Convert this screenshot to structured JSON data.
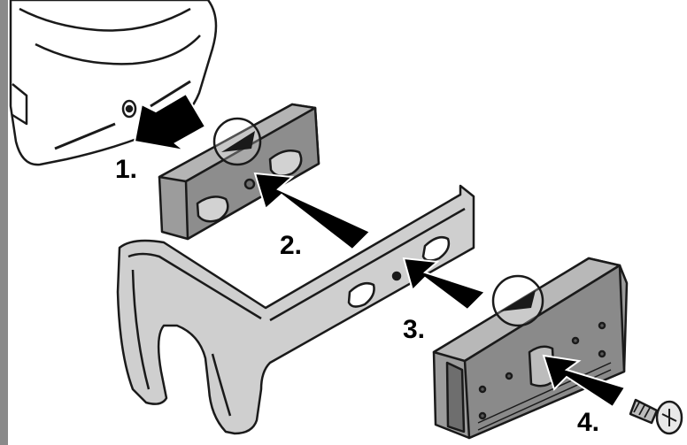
{
  "steps": [
    "1.",
    "2.",
    "3.",
    "4."
  ],
  "colors": {
    "outline": "#1a1a1a",
    "plate_fill": "#9c9c9c",
    "plate_dark": "#6e6e6e",
    "bracket_fill": "#cfcfcf",
    "arrow_fill": "#000000",
    "edge_strip": "#8a8a8a"
  },
  "icons": [
    "device-body-icon",
    "rear-plate-icon",
    "bracket-icon",
    "front-clip-icon",
    "screw-icon",
    "push-arrow-icon",
    "detail-circle-icon"
  ]
}
